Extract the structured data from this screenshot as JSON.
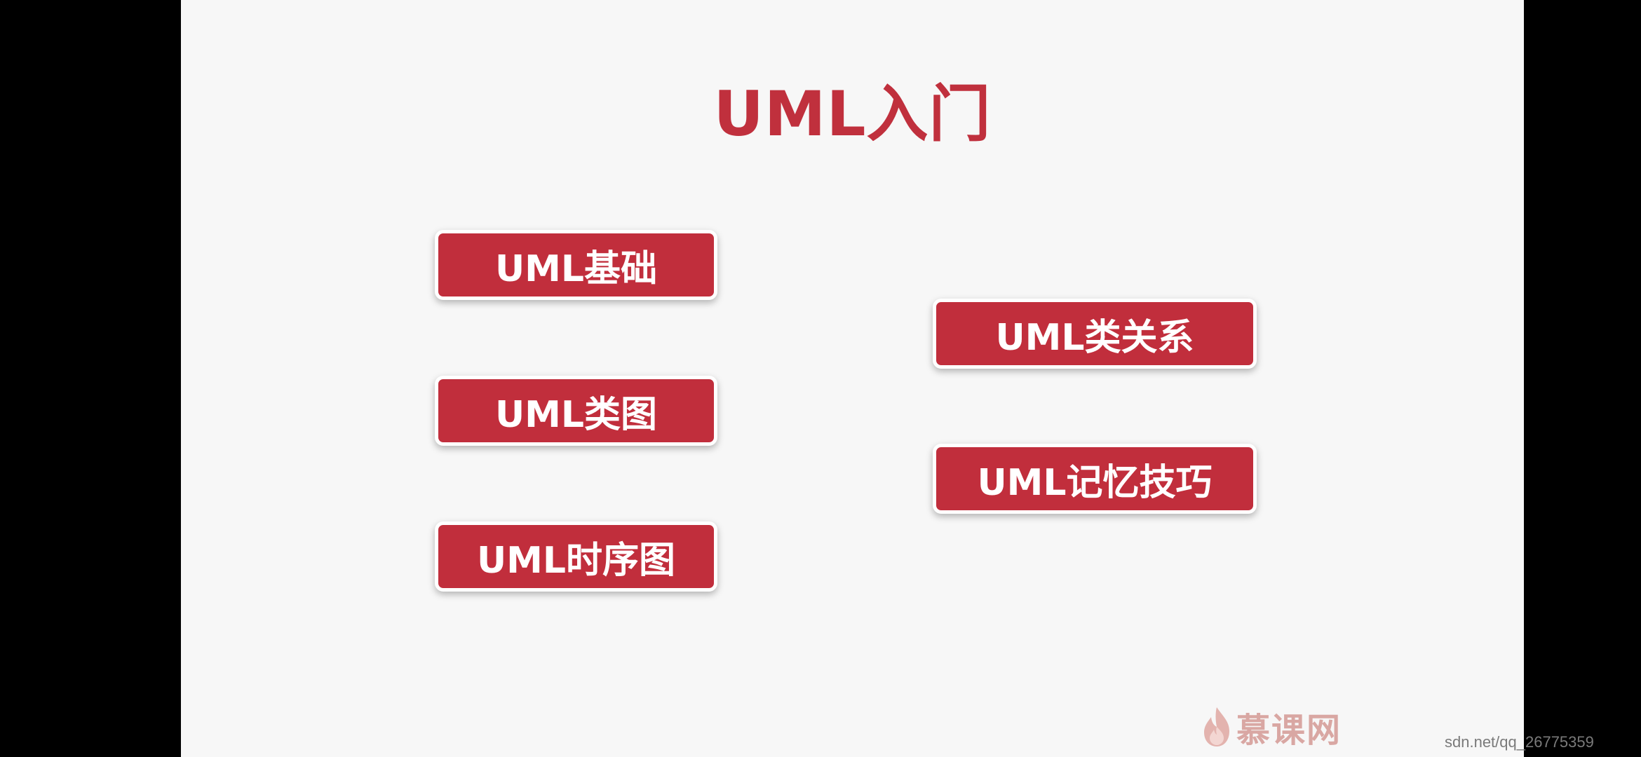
{
  "slide": {
    "title": "UML入门",
    "title_color": "#c0303d",
    "button_color": "#c12e3c",
    "button_text_color": "#ffffff",
    "topics": {
      "basics": "UML基础",
      "class_diagram": "UML类图",
      "sequence_diagram": "UML时序图",
      "class_relations": "UML类关系",
      "memory_tips": "UML记忆技巧"
    }
  },
  "watermark": {
    "brand": "慕课网",
    "brand_icon": "flame-icon",
    "url": "sdn.net/qq_26775359"
  }
}
